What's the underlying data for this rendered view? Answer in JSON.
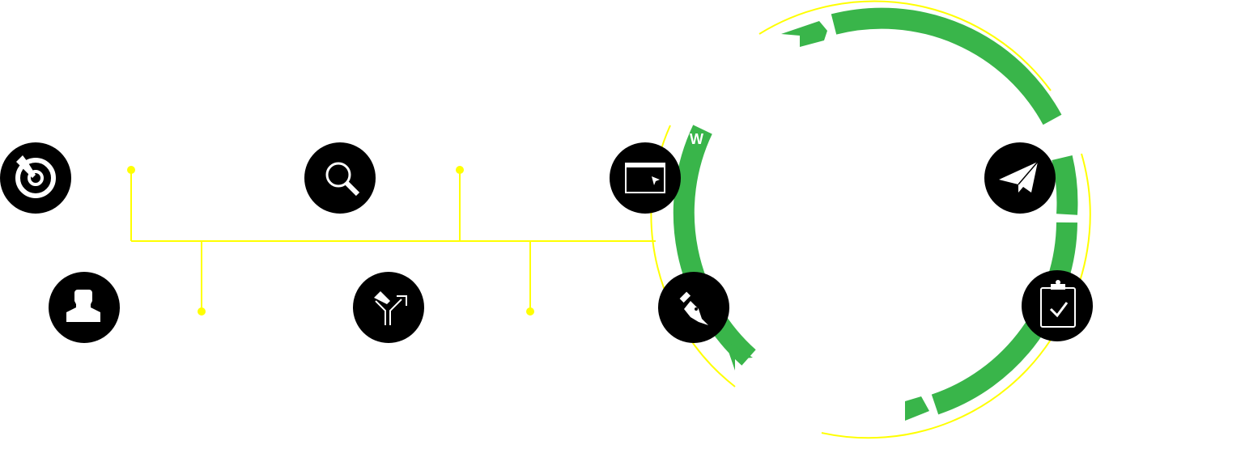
{
  "colors": {
    "accent_green": "#39b54a",
    "connector_yellow": "#ffff00",
    "node_bg": "#000000",
    "icon_fg": "#ffffff"
  },
  "ring_label": "W",
  "timeline_nodes": [
    {
      "icon": "target-arrow-icon",
      "position": "top"
    },
    {
      "icon": "user-silhouette-icon",
      "position": "bottom"
    },
    {
      "icon": "search-icon",
      "position": "top"
    },
    {
      "icon": "branch-arrow-icon",
      "position": "bottom"
    },
    {
      "icon": "browser-window-cursor-icon",
      "position": "top"
    }
  ],
  "cycle_nodes": [
    {
      "icon": "pen-nib-icon"
    },
    {
      "icon": "paper-plane-icon"
    },
    {
      "icon": "clipboard-check-icon"
    }
  ]
}
